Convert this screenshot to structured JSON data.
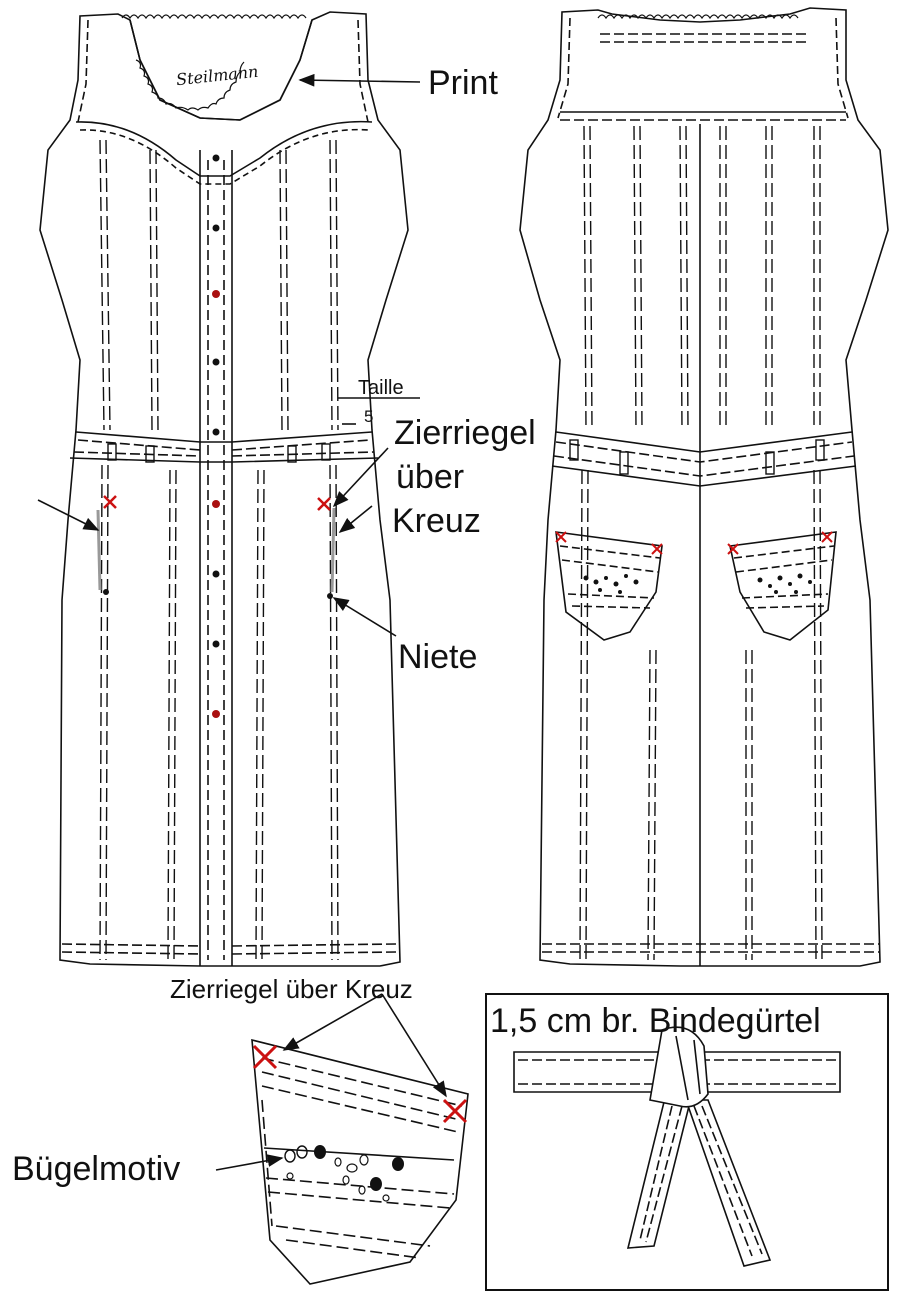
{
  "brand": "Steilmann",
  "labels": {
    "print": "Print",
    "taille": "Taille",
    "taille_value": "5",
    "zierriegel_line1": "Zierriegel",
    "zierriegel_line2": "über",
    "zierriegel_line3": "Kreuz",
    "niete": "Niete",
    "zierriegel_detail": "Zierriegel über Kreuz",
    "buegelmotiv": "Bügelmotiv",
    "belt_title": "1,5 cm br. Bindegürtel"
  },
  "colors": {
    "line": "#111111",
    "accent_red": "#cc1111",
    "button_red": "#aa1010",
    "rivet_grey": "#999999"
  },
  "views": [
    "front-view",
    "back-view",
    "pocket-detail",
    "belt-detail"
  ]
}
